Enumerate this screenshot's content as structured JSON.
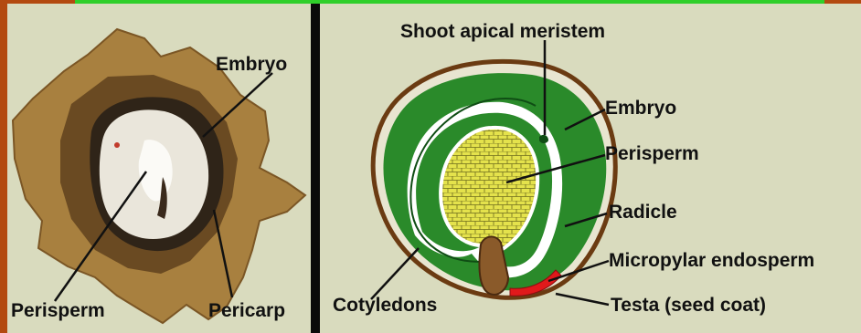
{
  "labels": {
    "photo_embryo": "Embryo",
    "photo_perisperm": "Perisperm",
    "photo_pericarp": "Pericarp",
    "shoot_apical_meristem": "Shoot apical meristem",
    "embryo": "Embryo",
    "perisperm": "Perisperm",
    "radicle": "Radicle",
    "micropylar_endosperm": "Micropylar endosperm",
    "testa": "Testa (seed coat)",
    "cotyledons": "Cotyledons"
  },
  "colors": {
    "background": "#b34a10",
    "panel": "#d9dbbe",
    "embryo_green": "#2a8a2a",
    "perisperm_yellow": "#e2e04a",
    "testa_brown": "#6b3b12",
    "endosperm_red": "#e0191b",
    "accent_bar": "#2fcf2a"
  }
}
